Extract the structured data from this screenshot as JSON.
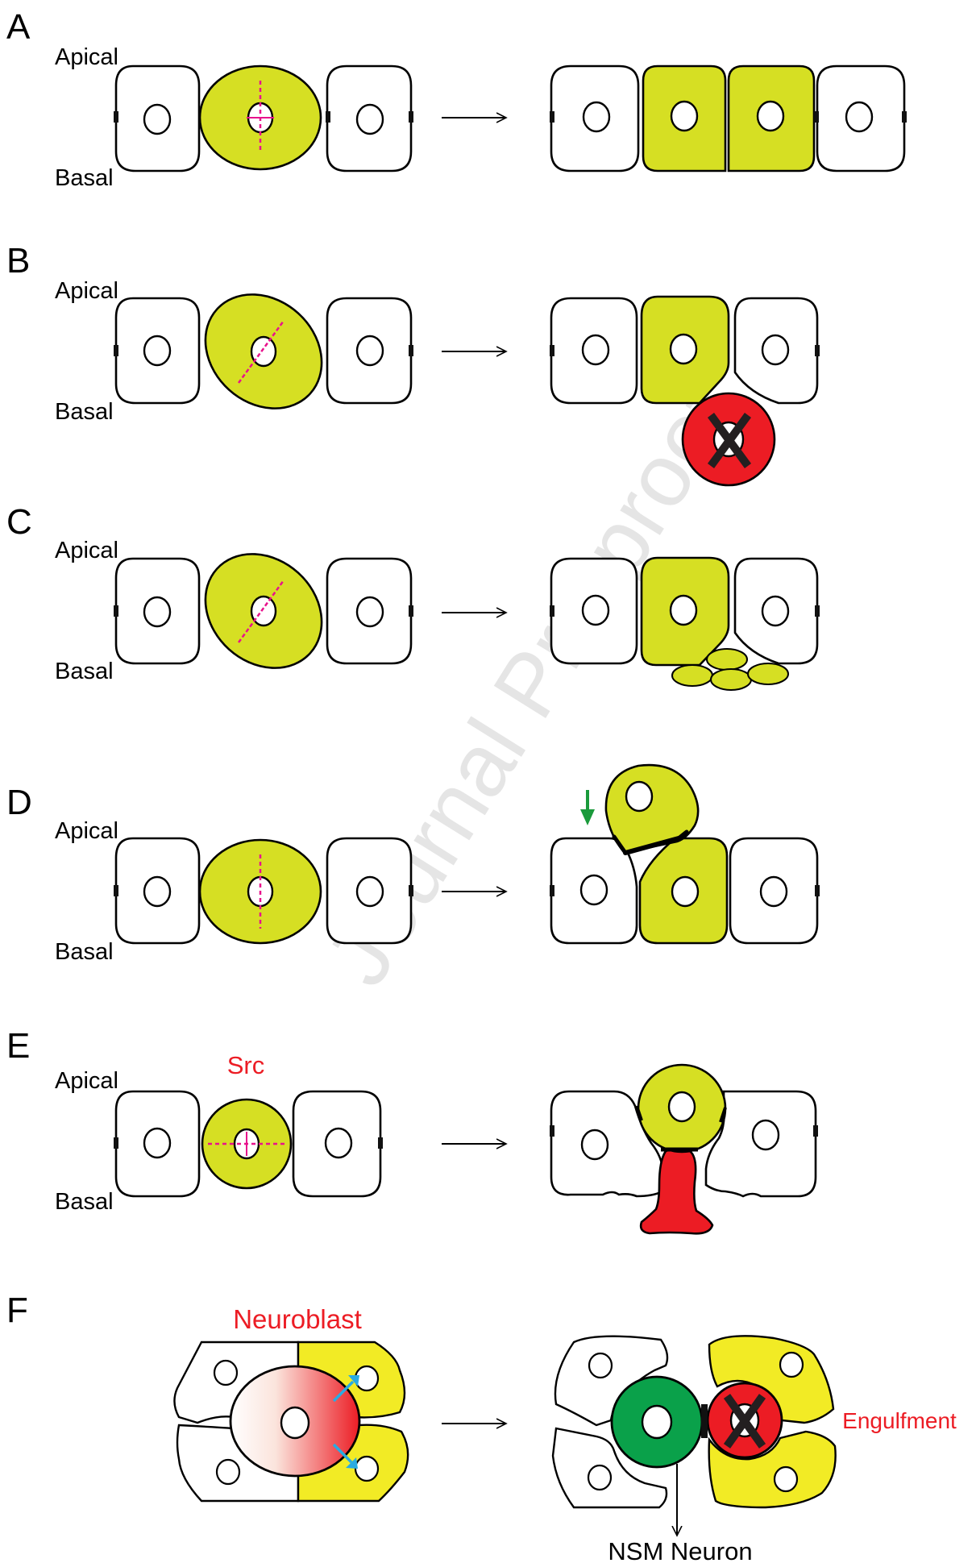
{
  "colors": {
    "cell_fill": "#ffffff",
    "dividing_cell": "#d6df23",
    "apoptotic": "#ec1c24",
    "spindle": "#e8128c",
    "arrow_green": "#1a9a3b",
    "engulfing": "#f2eb25",
    "nsm_neuron": "#0aa14a",
    "blue_arrow": "#29abe2",
    "label_red": "#ec1c24",
    "watermark": "#dcdcdc"
  },
  "watermark": "Journal Pre-proof",
  "panels": [
    {
      "letter": "A",
      "apical": "Apical",
      "basal": "Basal"
    },
    {
      "letter": "B",
      "apical": "Apical",
      "basal": "Basal"
    },
    {
      "letter": "C",
      "apical": "Apical",
      "basal": "Basal"
    },
    {
      "letter": "D",
      "apical": "Apical",
      "basal": "Basal"
    },
    {
      "letter": "E",
      "apical": "Apical",
      "basal": "Basal",
      "note": "Src"
    },
    {
      "letter": "F",
      "note": "Neuroblast",
      "engulfment": "Engulfment",
      "neuron": "NSM Neuron"
    }
  ],
  "icons": [
    "arrow-right-icon",
    "cross-mark-icon",
    "arrow-down-icon"
  ]
}
